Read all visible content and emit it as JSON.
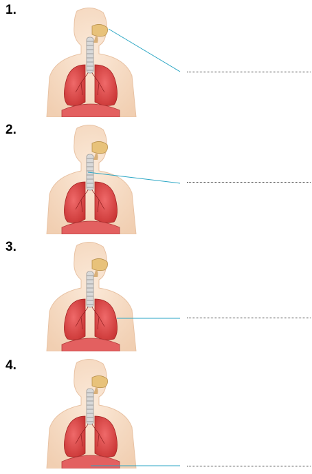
{
  "worksheet": {
    "items": [
      {
        "number": "1.",
        "target": "nasal-cavity"
      },
      {
        "number": "2.",
        "target": "trachea"
      },
      {
        "number": "3.",
        "target": "lungs"
      },
      {
        "number": "4.",
        "target": "diaphragm"
      }
    ],
    "pointer_color": "#2aa6c4",
    "answer_line_style": "dotted"
  }
}
